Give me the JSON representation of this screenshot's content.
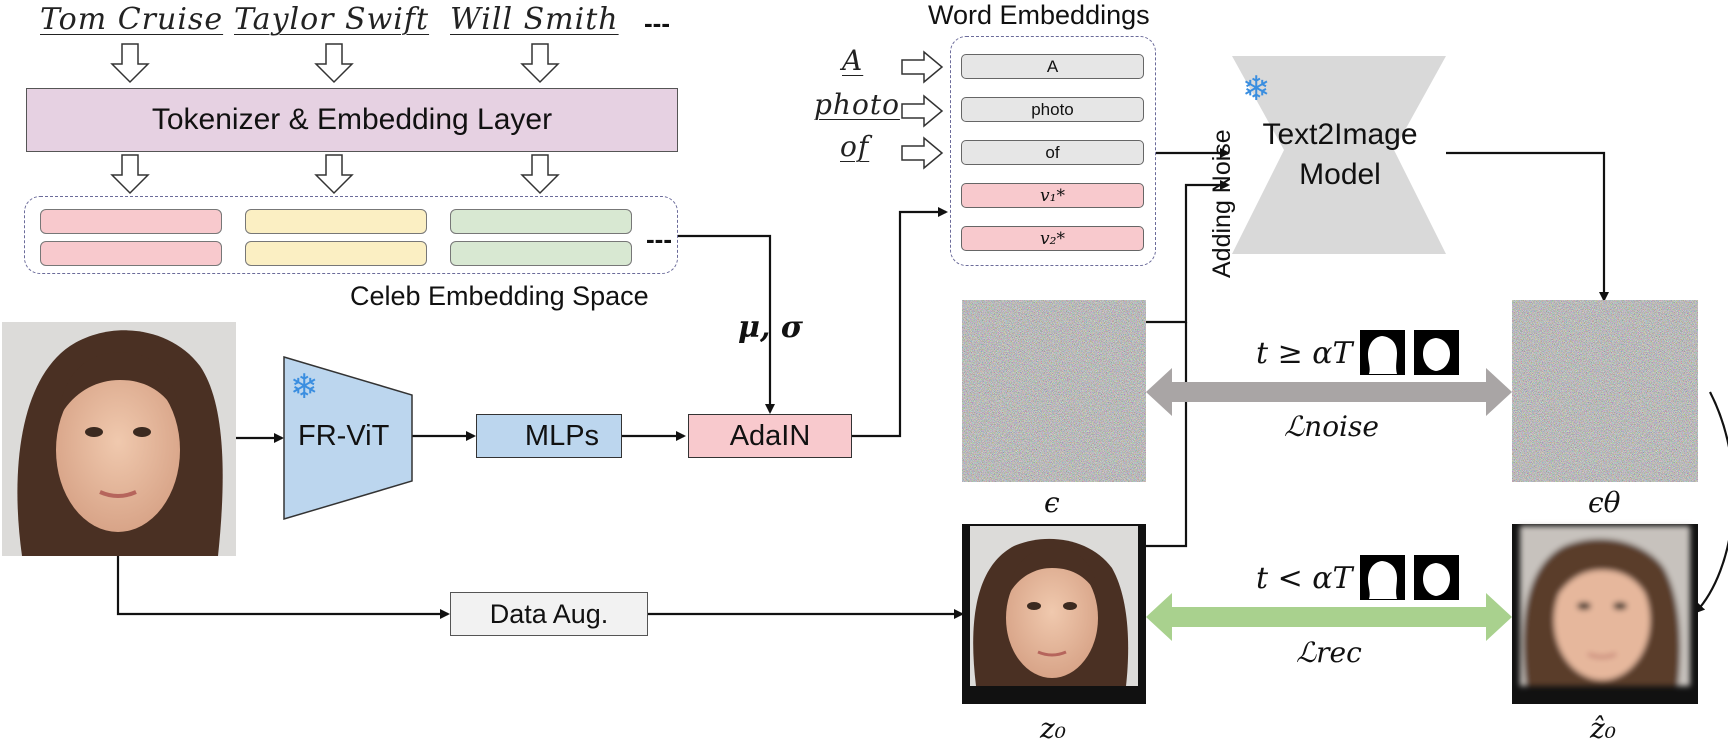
{
  "celebs": [
    "Tom Cruise",
    "Taylor Swift",
    "Will Smith"
  ],
  "ellipsis": "---",
  "tokenizer_label": "Tokenizer & Embedding Layer",
  "celeb_space_label": "Celeb Embedding Space",
  "word_embeddings_title": "Word Embeddings",
  "prompt_words": [
    "A",
    "photo",
    "of"
  ],
  "embedding_tokens": [
    "A",
    "photo",
    "of",
    "v₁*",
    "v₂*"
  ],
  "mu_sigma": "μ, σ",
  "fr_vit_label": "FR-ViT",
  "mlps_label": "MLPs",
  "adain_label": "AdaIN",
  "data_aug_label": "Data Aug.",
  "model_label_line1": "Text2Image",
  "model_label_line2": "Model",
  "adding_noise_label": "Adding Noise",
  "cond_noise": "t ≥ αT",
  "cond_rec": "t < αT",
  "loss_noise": "ℒnoise",
  "loss_rec": "ℒrec",
  "eps_label": "ϵ",
  "eps_theta_label": "ϵθ",
  "z0_label": "z₀",
  "z0_hat_label": "ẑ₀",
  "colors": {
    "tokenizer": "#e6d1e2",
    "fr_vit": "#bcd6ee",
    "mlps": "#bcd6ee",
    "adain": "#f8c9cd",
    "model": "#d9d9d9",
    "arrow_noise": "#a9a5a5",
    "arrow_rec": "#a9d18e",
    "snowflake": "#3a8ee0",
    "flame": "#e8412c"
  }
}
